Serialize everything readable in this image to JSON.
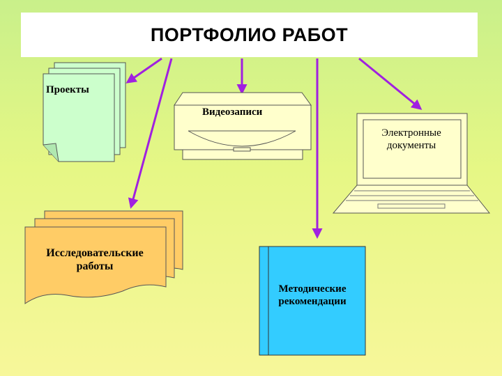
{
  "title": "ПОРТФОЛИО РАБОТ",
  "nodes": [
    {
      "id": "projects",
      "label": "Проекты",
      "icon": "stacked-pages-icon"
    },
    {
      "id": "videos",
      "label": "Видеозаписи",
      "icon": "disc-drive-icon"
    },
    {
      "id": "edocs",
      "label": "Электронные документы",
      "icon": "laptop-icon"
    },
    {
      "id": "research",
      "label": "Исследовательские работы",
      "icon": "stacked-documents-icon"
    },
    {
      "id": "methods",
      "label": "Методические рекомендации",
      "icon": "book-icon"
    }
  ],
  "colors": {
    "arrow": "#a020e0",
    "projects_fill": "#ccffcc",
    "device_fill": "#ffffcc",
    "research_fill": "#ffcc66",
    "methods_fill": "#33ccff"
  }
}
